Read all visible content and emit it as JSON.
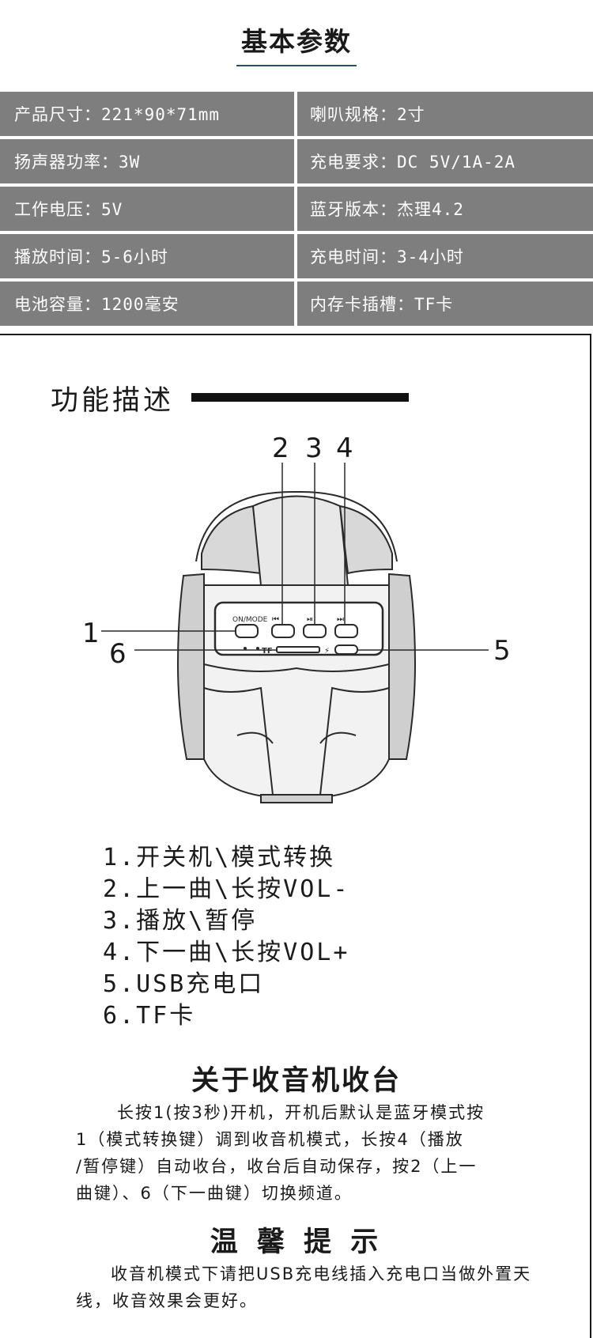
{
  "basic_params": {
    "title": "基本参数",
    "rows": [
      {
        "left": "产品尺寸：221*90*71mm",
        "right": "喇叭规格：2寸"
      },
      {
        "left": "扬声器功率：3W",
        "right": "充电要求：DC 5V/1A-2A"
      },
      {
        "left": "工作电压：5V",
        "right": "蓝牙版本：杰理4.2"
      },
      {
        "left": "播放时间：5-6小时",
        "right": "充电时间：3-4小时"
      },
      {
        "left": "电池容量：1200毫安",
        "right": "内存卡插槽：TF卡"
      }
    ]
  },
  "functions": {
    "title": "功能描述",
    "callouts": [
      "1",
      "2",
      "3",
      "4",
      "5",
      "6"
    ],
    "panel_labels": {
      "mode": "ON/MODE",
      "tf": "TF"
    },
    "list": [
      "1.开关机\\模式转换",
      "2.上一曲\\长按VOL-",
      "3.播放\\暂停",
      "4.下一曲\\长按VOL+",
      "5.USB充电口",
      "6.TF卡"
    ]
  },
  "radio": {
    "title": "关于收音机收台",
    "lines": [
      "长按1(按3秒)开机，开机后默认是蓝牙模式按",
      "1（模式转换键）调到收音机模式，长按4（播放",
      "/暂停键）自动收台，收台后自动保存，按2（上一",
      "曲键）、6（下一曲键）切换频道。"
    ]
  },
  "tips": {
    "title": "温 馨 提 示",
    "lines": [
      "收音机模式下请把USB充电线插入充电口当做外置天",
      "线，收音效果会更好。"
    ]
  }
}
